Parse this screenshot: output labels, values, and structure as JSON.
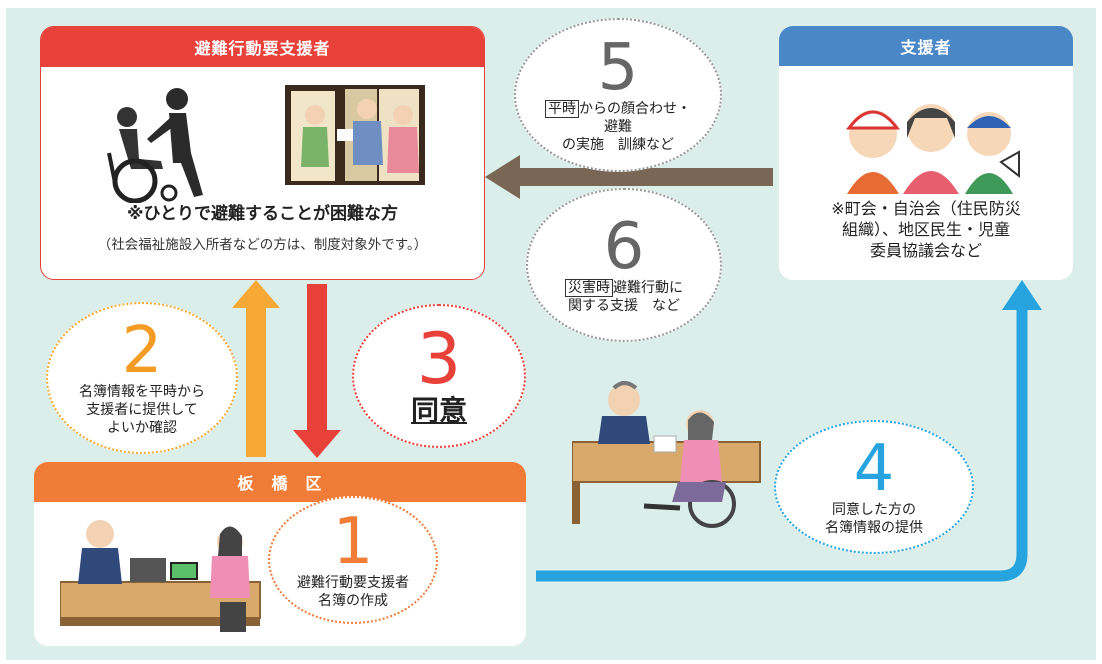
{
  "colors": {
    "background": "#dbeee9",
    "red": "#e8413a",
    "orange": "#f07c37",
    "blue": "#4a87c6",
    "arrow_brown": "#7a6654",
    "arrow_yellow": "#f6a935",
    "arrow_red": "#e8413a",
    "arrow_blue": "#27a4e0",
    "num_orange": "#f39c24",
    "num_red": "#e8413a",
    "num_blue": "#27a4e0",
    "num_gray": "#666666"
  },
  "person_box": {
    "title": "避難行動要支援者",
    "main_text": "※ひとりで避難することが困難な方",
    "note": "（社会福祉施設入所者などの方は、制度対象外です。）"
  },
  "supporter_box": {
    "title": "支援者",
    "text_lines": [
      "※町会・自治会（住民防災",
      "組織）、地区民生・児童",
      "委員協議会など"
    ]
  },
  "ward_box": {
    "title": "板　橋　区"
  },
  "steps": {
    "s1": {
      "number": "1",
      "lines": [
        "避難行動要支援者",
        "名簿の作成"
      ]
    },
    "s2": {
      "number": "2",
      "lines": [
        "名簿情報を平時から",
        "支援者に提供して",
        "よいか確認"
      ]
    },
    "s3": {
      "number": "3",
      "label": "同意"
    },
    "s4": {
      "number": "4",
      "lines": [
        "同意した方の",
        "名簿情報の提供"
      ]
    },
    "s5": {
      "number": "5",
      "boxed": "平時",
      "line1_rest": "からの顔合わせ・",
      "line2": "避難",
      "line3": "の実施　訓練など"
    },
    "s6": {
      "number": "6",
      "boxed": "災害時",
      "line1_rest": "避難行動に",
      "line2": "関する支援　など"
    }
  }
}
